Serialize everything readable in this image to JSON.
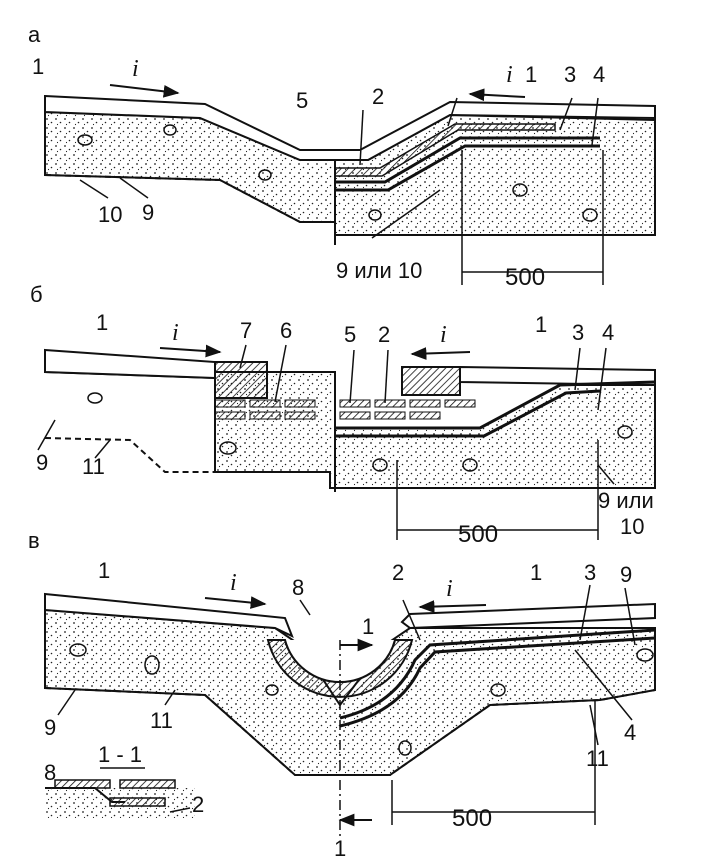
{
  "panels": {
    "a": {
      "letter": "а",
      "labels": [
        "1",
        "1",
        "2",
        "3",
        "4",
        "5",
        "9",
        "10",
        "9 или 10"
      ],
      "slope": "i",
      "dimension": "500"
    },
    "b": {
      "letter": "б",
      "labels": [
        "1",
        "1",
        "2",
        "3",
        "4",
        "5",
        "6",
        "7",
        "9",
        "11",
        "9 или",
        "10"
      ],
      "slope": "i",
      "dimension": "500"
    },
    "v": {
      "letter": "в",
      "labels": [
        "1",
        "1",
        "2",
        "3",
        "4",
        "8",
        "9",
        "9",
        "11",
        "11"
      ],
      "slope": "i",
      "dimension": "500",
      "section_mark": "1",
      "section_title": "1 - 1",
      "section_labels": [
        "8",
        "2"
      ]
    }
  },
  "colors": {
    "ink": "#111111",
    "paper": "#ffffff"
  }
}
